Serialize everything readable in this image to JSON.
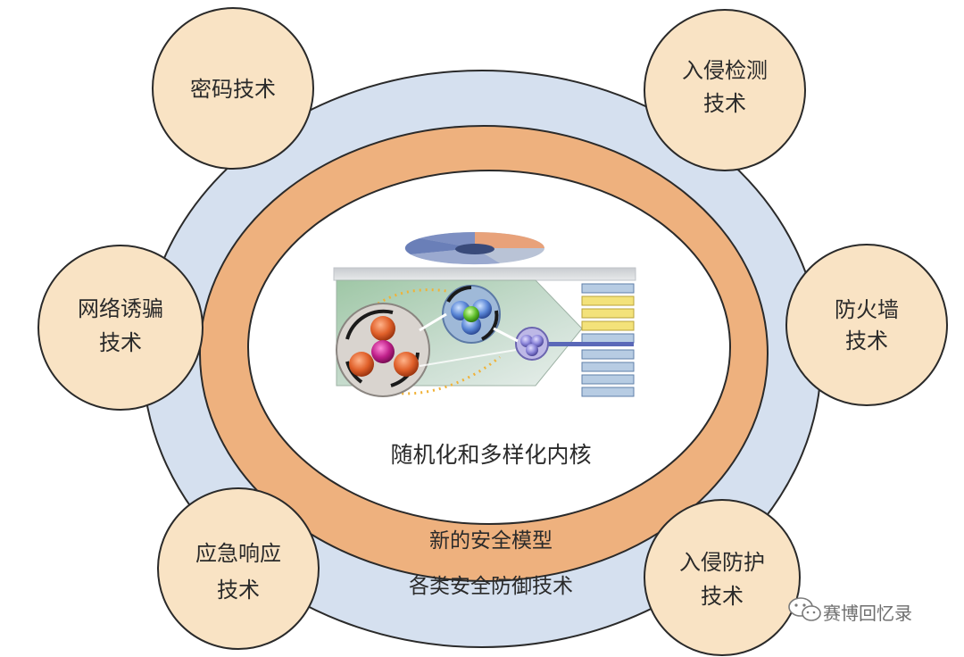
{
  "diagram": {
    "core_label": "随机化和多样化内核",
    "inner_ring_label": "新的安全模型",
    "outer_ring_label": "各类安全防御技术",
    "satellites": [
      {
        "id": "crypto",
        "lines": [
          "密码技术"
        ]
      },
      {
        "id": "intrusion-detection",
        "lines": [
          "入侵检测",
          "技术"
        ]
      },
      {
        "id": "deception",
        "lines": [
          "网络诱骗",
          "技术"
        ]
      },
      {
        "id": "firewall",
        "lines": [
          "防火墙",
          "技术"
        ]
      },
      {
        "id": "emergency-response",
        "lines": [
          "应急响应",
          "技术"
        ]
      },
      {
        "id": "intrusion-prevention",
        "lines": [
          "入侵防护",
          "技术"
        ]
      }
    ],
    "colors": {
      "outer_ring": "#d5e0ef",
      "inner_ring": "#eeb17e",
      "core": "#ffffff",
      "satellite_fill": "#f9e3c4",
      "stroke": "#2a2a2a"
    }
  },
  "watermark": {
    "icon": "wechat-icon",
    "text": "赛博回忆录"
  }
}
